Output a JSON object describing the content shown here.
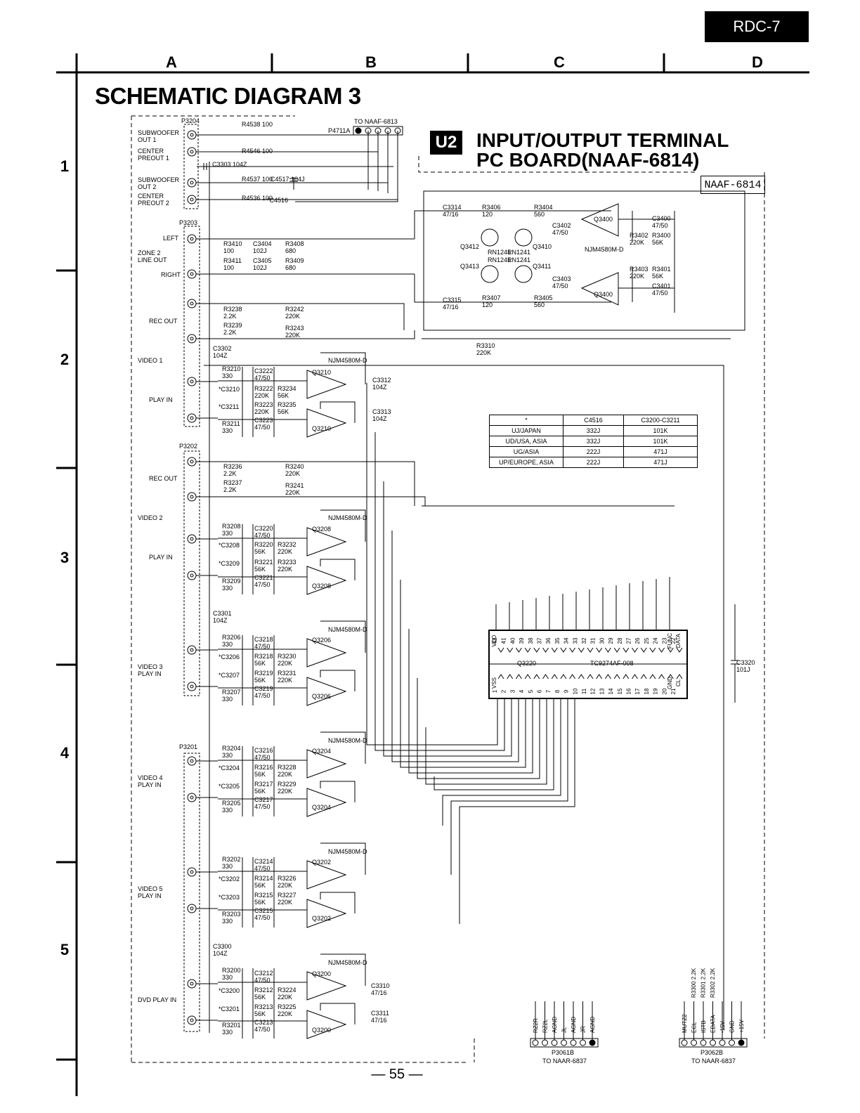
{
  "header": {
    "model": "RDC-7"
  },
  "grid": {
    "columns": [
      "A",
      "B",
      "C",
      "D"
    ],
    "rows": [
      "1",
      "2",
      "3",
      "4",
      "5"
    ]
  },
  "title": "SCHEMATIC DIAGRAM 3",
  "board": {
    "badge": "U2",
    "title_line1": "INPUT/OUTPUT TERMINAL",
    "title_line2": "PC BOARD(NAAF-6814)",
    "box_label": "NAAF-6814",
    "to_connector": "TO NAAF-6813",
    "connector_p4711a": "P4711A"
  },
  "connectors": {
    "p3204": {
      "ref": "P3204",
      "items": [
        "SUBWOOFER OUT 1",
        "CENTER PREOUT 1",
        "SUBWOOFER OUT 2",
        "CENTER PREOUT 2"
      ],
      "parts": [
        "R4538 100",
        "R4546 100",
        "R4537 100",
        "R4536 100",
        "C3303 104Z",
        "C4517 104J",
        "*C4516"
      ]
    },
    "p3203": {
      "ref": "P3203",
      "zone2": "ZONE 2 LINE OUT",
      "left": "LEFT",
      "right": "RIGHT",
      "rec_out": "REC OUT",
      "video1": "VIDEO 1",
      "play_in": "PLAY IN"
    },
    "p3202": {
      "ref": "P3202",
      "rec_out": "REC OUT",
      "video2": "VIDEO 2",
      "play_in": "PLAY IN"
    },
    "p3201": {
      "ref": "P3201",
      "video3": "VIDEO 3 PLAY IN",
      "video4": "VIDEO 4 PLAY IN",
      "video5": "VIDEO 5 PLAY IN",
      "dvd": "DVD PLAY IN"
    }
  },
  "amplifiers": {
    "zone2": {
      "transistors": [
        "Q3412",
        "Q3413",
        "Q3410",
        "Q3411"
      ],
      "transistor_type": "RN1241",
      "opamp_ref": "Q3400",
      "opamp_type": "NJM4580M-D",
      "parts": [
        "C3314 47/16",
        "C3315 47/16",
        "R3406 120",
        "R3407 120",
        "R3404 560",
        "R3405 560",
        "C3402 47/50",
        "C3403 47/50",
        "R3402 220K",
        "R3403 220K",
        "R3400 56K",
        "R3401 56K",
        "C3400 47/50",
        "C3401 47/50",
        "R3410 100",
        "R3411 100",
        "C3404 102J",
        "C3405 102J",
        "R3408 680",
        "R3409 680"
      ]
    },
    "stages": [
      {
        "ref": "Q3210",
        "r_in": [
          "R3210 330",
          "R3211 330"
        ],
        "c": [
          "C3222 47/50",
          "C3223 47/50",
          "*C3210",
          "*C3211"
        ],
        "r": [
          "R3222 220K",
          "R3223 220K",
          "R3234 56K",
          "R3235 56K"
        ],
        "bypass": [
          "C3312 104Z",
          "C3313 104Z"
        ]
      },
      {
        "ref": "Q3208",
        "r_in": [
          "R3208 330",
          "R3209 330"
        ],
        "c": [
          "C3220 47/50",
          "C3221 47/50",
          "*C3208",
          "*C3209"
        ],
        "r": [
          "R3220 56K",
          "R3221 56K",
          "R3232 220K",
          "R3233 220K"
        ]
      },
      {
        "ref": "Q3206",
        "r_in": [
          "R3206 330",
          "R3207 330"
        ],
        "c": [
          "C3218 47/50",
          "C3219 47/50",
          "*C3206",
          "*C3207"
        ],
        "r": [
          "R3218 56K",
          "R3219 56K",
          "R3230 220K",
          "R3231 220K"
        ]
      },
      {
        "ref": "Q3204",
        "r_in": [
          "R3204 330",
          "R3205 330"
        ],
        "c": [
          "C3216 47/50",
          "C3217 47/50",
          "*C3204",
          "*C3205"
        ],
        "r": [
          "R3216 56K",
          "R3217 56K",
          "R3228 220K",
          "R3229 220K"
        ]
      },
      {
        "ref": "Q3202",
        "r_in": [
          "R3202 330",
          "R3203 330"
        ],
        "c": [
          "C3214 47/50",
          "C3215 47/50",
          "*C3202",
          "*C3203"
        ],
        "r": [
          "R3214 56K",
          "R3215 56K",
          "R3226 220K",
          "R3227 220K"
        ]
      },
      {
        "ref": "Q3200",
        "r_in": [
          "R3200 330",
          "R3201 330"
        ],
        "c": [
          "C3212 47/50",
          "C3213 47/50",
          "*C3200",
          "*C3201"
        ],
        "r": [
          "R3212 56K",
          "R3213 56K",
          "R3224 220K",
          "R3225 220K"
        ],
        "bypass": [
          "C3310 47/16",
          "C3311 47/16"
        ]
      }
    ],
    "opamp_type": "NJM4580M-D",
    "rec_out_resistors": [
      "R3238 2.2K",
      "R3239 2.2K",
      "R3242 220K",
      "R3243 220K",
      "R3236 2.2K",
      "R3237 2.2K",
      "R3240 220K",
      "R3241 220K"
    ],
    "coupling_caps": [
      "C3302 104Z",
      "C3301 104Z",
      "C3300 104Z"
    ],
    "r3310": "R3310 220K"
  },
  "selector_ic": {
    "ref": "Q3220",
    "type": "TC9274AF-008",
    "left_pins": [
      "VDD",
      "VSS"
    ],
    "right_pins": [
      "FUNC",
      "DATA",
      "GND",
      "CL"
    ],
    "top_pin_numbers": [
      "42",
      "41",
      "40",
      "39",
      "38",
      "37",
      "36",
      "35",
      "34",
      "33",
      "32",
      "31",
      "30",
      "29",
      "28",
      "27",
      "26",
      "25",
      "24",
      "23",
      "22"
    ],
    "bottom_pin_numbers": [
      "1",
      "2",
      "3",
      "4",
      "5",
      "6",
      "7",
      "8",
      "9",
      "10",
      "11",
      "12",
      "13",
      "14",
      "15",
      "16",
      "17",
      "18",
      "19",
      "20",
      "21"
    ],
    "decoupling": "C3320 101J"
  },
  "variant_table": {
    "headers": [
      "*",
      "C4516",
      "C3200-C3211"
    ],
    "rows": [
      [
        "UJ/JAPAN",
        "332J",
        "101K"
      ],
      [
        "UD/USA, ASIA",
        "332J",
        "101K"
      ],
      [
        "UG/ASIA",
        "222J",
        "471J"
      ],
      [
        "UP/EUROPE, ASIA",
        "222J",
        "471J"
      ]
    ]
  },
  "output_connectors": {
    "p3061b": {
      "ref": "P3061B",
      "to": "TO NAAR-6837",
      "pins": [
        "RZ2R",
        "RZ2L",
        "AGND",
        "JL",
        "AGND",
        "JR",
        "AGND"
      ]
    },
    "p3062b": {
      "ref": "P3062B",
      "to": "TO NAAR-6837",
      "pins": [
        "MUTZ2",
        "ECL",
        "ISTB",
        "EDATA",
        "-15V",
        "GND",
        "+15V"
      ],
      "resistors": [
        "R3300 2.2K",
        "R3301 2.2K",
        "R3302 2.2K"
      ]
    }
  },
  "footer": {
    "page": "— 55 —"
  }
}
